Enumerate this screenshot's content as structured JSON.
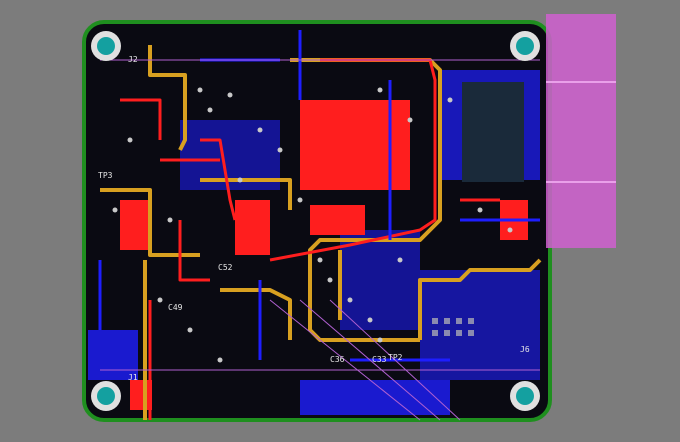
{
  "colors": {
    "background": "#7c7c7c",
    "board_outline": "#1f8f1f",
    "board_fill": "#0a0a12",
    "top_copper": "#ff1e1e",
    "bottom_copper": "#1e1eff",
    "trace_orange": "#d8a020",
    "silkscreen": "#e8e8e8",
    "pad": "#c8c8c8",
    "mounting_hole": "#14a0a0",
    "overlay_magenta": "#d060d0"
  },
  "designators": {
    "j1": "J1",
    "j2": "J2",
    "j6": "J6",
    "c52": "C52",
    "c49": "C49",
    "c36": "C36",
    "c33": "C33",
    "tp2": "TP2",
    "tp3": "TP3"
  },
  "icons": {
    "mounting_hole": "circle-icon"
  }
}
